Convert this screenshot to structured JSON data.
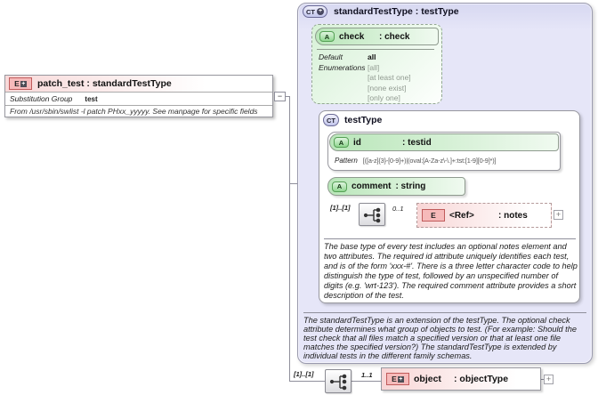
{
  "icons": {
    "element": "E",
    "complex_type": "CT",
    "attribute": "A",
    "plus": "+",
    "minus": "−",
    "expand": "+"
  },
  "patch_test": {
    "title": "patch_test : standardTestType",
    "substitution_group_label": "Substitution Group",
    "substitution_group_value": "test",
    "description": "From /usr/sbin/swlist -l patch PHxx_yyyyy. See manpage for specific fields"
  },
  "standard_test_type": {
    "title": "standardTestType : testType",
    "check_attribute": {
      "name": "check",
      "type": ": check",
      "default_label": "Default",
      "default_value": "all",
      "enumerations_label": "Enumerations",
      "enumerations": [
        "[all]",
        "[at least one]",
        "[none exist]",
        "[only one]"
      ]
    },
    "test_type": {
      "title": "testType",
      "id_attribute": {
        "name": "id",
        "type": ": testid",
        "pattern_label": "Pattern",
        "pattern_value": "[([a-z]{3}-[0-9]+)|(oval:[A-Za-z\\-\\.]+:tst:[1-9][0-9]*)]"
      },
      "comment_attribute": {
        "name": "comment",
        "type": ": string"
      },
      "sequence_cardinality": "[1]..[1]",
      "notes_cardinality": "0..1",
      "notes_element": {
        "name": "<Ref>",
        "type": ": notes"
      },
      "annotation": "The base type of every test includes an optional notes element and two attributes.  The required id attribute uniquely identifies each test, and is of the form 'xxx-#'.  There is a three letter character code to help distinguish the type of test, followed by an unspecified number of digits (e.g. 'wrt-123').  The required comment attribute provides a short description of the test."
    },
    "annotation": "The standardTestType is an extension of the testType.  The optional check attribute determines what group of objects to test.  (For example: Should the test check that all files match a specified version or that at least one file matches the specified version?)  The standardTestType is extended by individual tests in the different family schemas."
  },
  "content_model": {
    "sequence_cardinality": "[1]..[1]",
    "object_cardinality": "1..1",
    "object_element": {
      "name": "object",
      "type": ": objectType"
    }
  }
}
